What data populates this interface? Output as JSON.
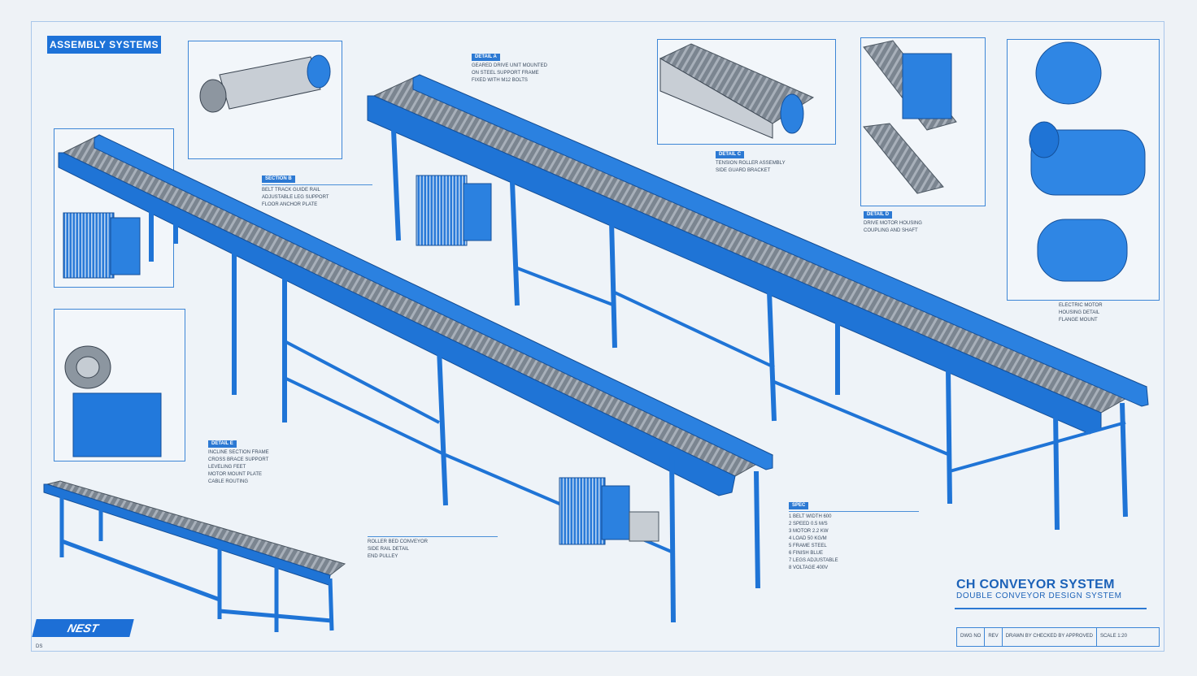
{
  "header": {
    "tag": "ASSEMBLY SYSTEMS"
  },
  "title_block": {
    "title": "CH CONVEYOR SYSTEM",
    "subtitle": "DOUBLE CONVEYOR DESIGN SYSTEM",
    "cells": [
      "DWG NO",
      "REV",
      "DRAWN BY CHECKED BY APPROVED",
      "SCALE 1:20"
    ]
  },
  "logo": {
    "text": "NEST"
  },
  "corner_code": "DS",
  "notes": {
    "n1": {
      "heading": "DETAIL A",
      "lines": [
        "GEARED DRIVE UNIT MOUNTED",
        "ON STEEL SUPPORT FRAME",
        "FIXED WITH M12 BOLTS"
      ]
    },
    "n2": {
      "heading": "SECTION B",
      "lines": [
        "BELT TRACK GUIDE RAIL",
        "ADJUSTABLE LEG SUPPORT",
        "FLOOR ANCHOR PLATE"
      ]
    },
    "n3": {
      "heading": "DETAIL C",
      "lines": [
        "TENSION ROLLER ASSEMBLY",
        "SIDE GUARD BRACKET"
      ]
    },
    "n4": {
      "heading": "DETAIL D",
      "lines": [
        "DRIVE MOTOR HOUSING",
        "COUPLING AND SHAFT"
      ]
    },
    "n5": {
      "heading": "DETAIL E",
      "lines": [
        "INCLINE SECTION FRAME",
        "CROSS BRACE SUPPORT",
        "LEVELING FEET",
        "MOTOR MOUNT PLATE",
        "CABLE ROUTING"
      ]
    },
    "n6": {
      "heading": "",
      "lines": [
        "ROLLER BED CONVEYOR",
        "SIDE RAIL DETAIL",
        "END PULLEY"
      ]
    },
    "n7": {
      "heading": "SPEC",
      "lines": [
        "1  BELT WIDTH 600",
        "2  SPEED 0.5 M/S",
        "3  MOTOR 2.2 KW",
        "4  LOAD 50 KG/M",
        "5  FRAME STEEL",
        "6  FINISH BLUE",
        "7  LEGS ADJUSTABLE",
        "8  VOLTAGE 400V"
      ]
    },
    "n8": {
      "heading": "",
      "lines": [
        "ELECTRIC MOTOR",
        "HOUSING DETAIL",
        "FLANGE MOUNT"
      ]
    }
  },
  "colors": {
    "frame": "#1f74d6",
    "belt": "#6f7884",
    "panel_border": "#3d86d6"
  }
}
